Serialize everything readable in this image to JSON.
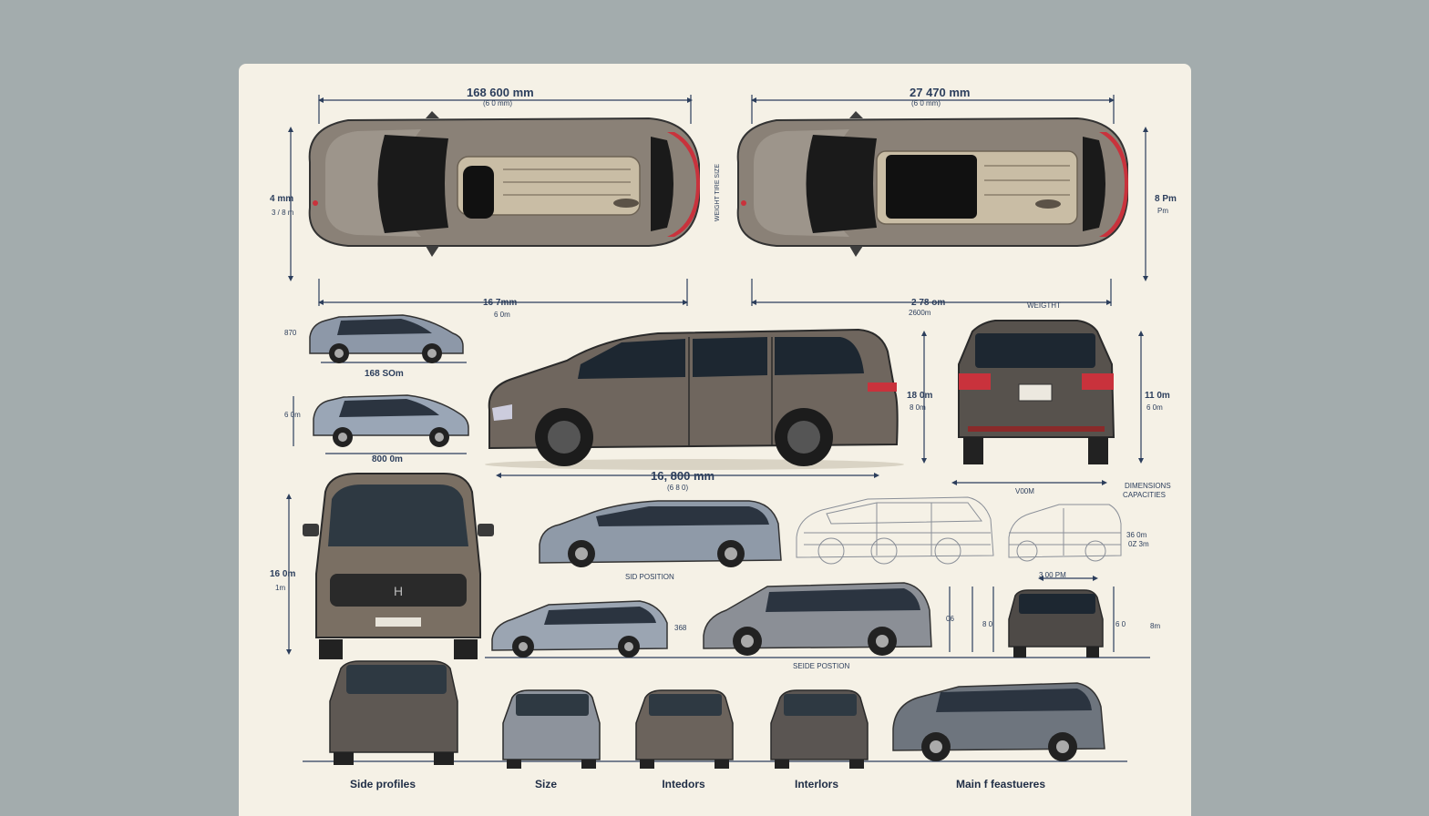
{
  "labels": {
    "top_left_length": "168 600 mm",
    "top_left_length_sub": "(6 0 mm)",
    "top_right_length": "27 470 mm",
    "top_right_length_sub": "(6 0 mm)",
    "top_left_height": "4 mm",
    "top_left_height_sub": "3 / 8 m",
    "top_right_height": "8 Pm",
    "top_right_height_sub": "Pm",
    "top_left_bottom": "16 7mm",
    "top_left_bottom_sub": "6 0m",
    "top_right_bottom": "2 78 om",
    "top_right_bottom_sub": "2600m",
    "top_right_bottom_side": "WEIGTHT",
    "center_vertical_note": "WEIGHT TIRE SIZE",
    "small_side_1_dim": "168 SOm",
    "small_side_1_height": "870",
    "small_side_2_dim": "800 0m",
    "small_side_2_height": "6 0m",
    "big_side_length": "16, 800 mm",
    "big_side_length_sub": "(6 8 0)",
    "big_side_height": "18 0m",
    "big_side_height_sub": "8 0m",
    "rear_height": "11 0m",
    "rear_height_sub": "6 0m",
    "rear_width": "V00M",
    "rear_note_1": "DIMENSIONS",
    "rear_note_2": "CAPACITIES",
    "front_height": "16 0m",
    "front_height_sub": "1m",
    "side_position": "SID POSITION",
    "wire_dim": "36 0m",
    "wire_dim_sub": "0Z 3m",
    "row4_dim": "3 00 PM",
    "row4_small_1": "368",
    "row4_small_2": "06",
    "row4_small_3": "8 0",
    "row4_small_4": "6 0",
    "row4_small_5": "8m",
    "side_position_2": "SEIDE POSTION"
  },
  "captions": [
    "Side profiles",
    "Size",
    "Intedors",
    "Interlors",
    "Main f feastueres"
  ],
  "colors": {
    "sheet": "#f5f1e6",
    "background": "#a3acad",
    "van_bronze": "#8e8579",
    "van_dark": "#5d5751",
    "van_silver": "#9ea3aa",
    "line": "#2c3e5c",
    "tail_red": "#c9323c"
  }
}
